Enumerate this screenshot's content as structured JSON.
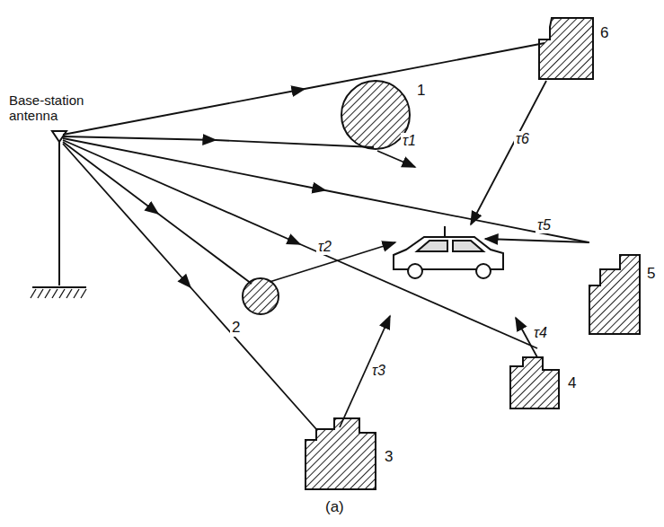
{
  "diagram": {
    "caption": "(a)",
    "labels": [
      "Base-station antenna",
      "1",
      "2",
      "3",
      "4",
      "5",
      "6",
      "τ1",
      "τ2",
      "τ3",
      "τ4",
      "τ5",
      "τ6"
    ]
  }
}
